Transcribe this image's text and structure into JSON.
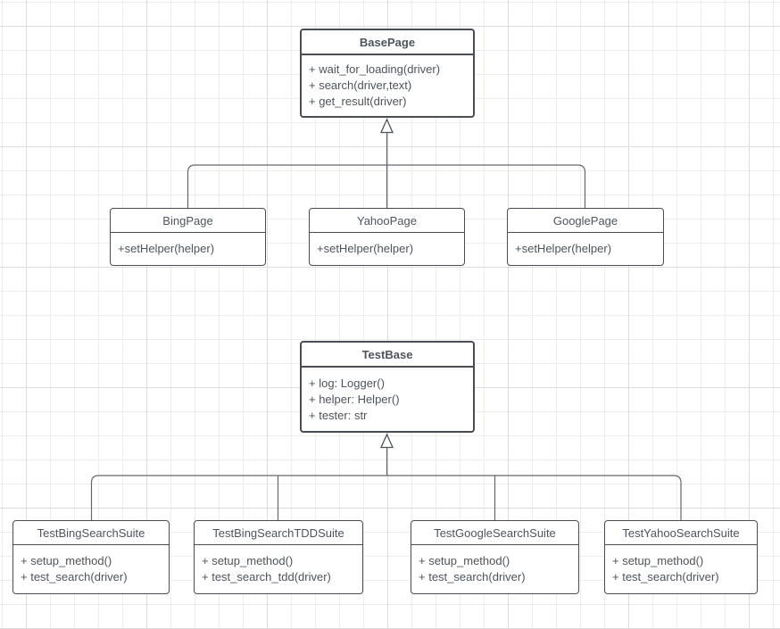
{
  "diagram": {
    "type": "uml-class-diagram",
    "colors": {
      "background": "#ffffff",
      "grid_minor": "#ededed",
      "grid_major": "#dcdcdc",
      "box_border": "#484d54",
      "text": "#4d545b",
      "connector": "#63676e"
    }
  },
  "classes": [
    {
      "name": "BasePage",
      "members": [
        "+ wait_for_loading(driver)",
        "+ search(driver,text)",
        "+ get_result(driver)"
      ]
    },
    {
      "name": "BingPage",
      "members": [
        "+setHelper(helper)"
      ]
    },
    {
      "name": "YahooPage",
      "members": [
        "+setHelper(helper)"
      ]
    },
    {
      "name": "GooglePage",
      "members": [
        "+setHelper(helper)"
      ]
    },
    {
      "name": "TestBase",
      "members": [
        "+ log: Logger()",
        "+ helper: Helper()",
        "+ tester: str"
      ]
    },
    {
      "name": "TestBingSearchSuite",
      "members": [
        "+ setup_method()",
        "+ test_search(driver)"
      ]
    },
    {
      "name": "TestBingSearchTDDSuite",
      "members": [
        "+ setup_method()",
        "+ test_search_tdd(driver)"
      ]
    },
    {
      "name": "TestGoogleSearchSuite",
      "members": [
        "+ setup_method()",
        "+ test_search(driver)"
      ]
    },
    {
      "name": "TestYahooSearchSuite",
      "members": [
        "+ setup_method()",
        "+ test_search(driver)"
      ]
    }
  ],
  "relationships": [
    {
      "type": "inheritance",
      "parent": "BasePage",
      "children": [
        "BingPage",
        "YahooPage",
        "GooglePage"
      ]
    },
    {
      "type": "inheritance",
      "parent": "TestBase",
      "children": [
        "TestBingSearchSuite",
        "TestBingSearchTDDSuite",
        "TestGoogleSearchSuite",
        "TestYahooSearchSuite"
      ]
    }
  ]
}
